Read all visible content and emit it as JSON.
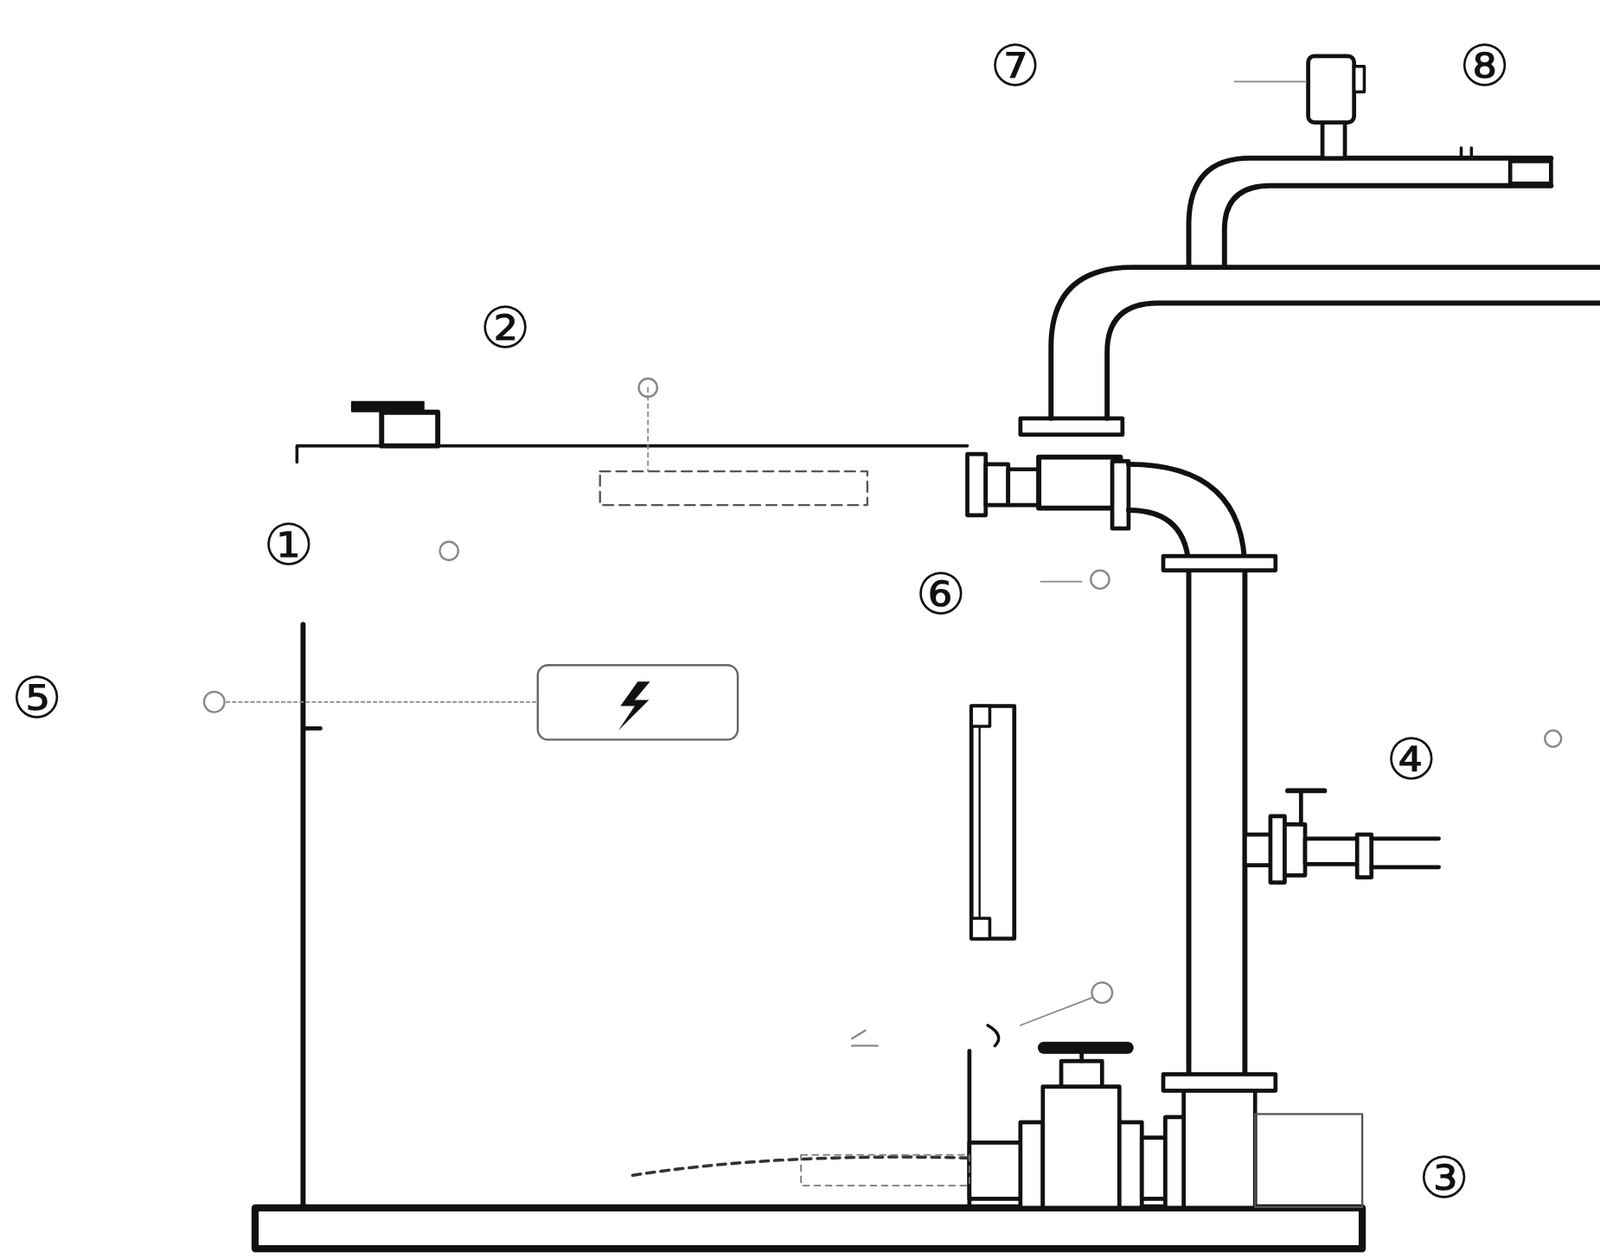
{
  "diagram": {
    "labels": [
      "①",
      "②",
      "③",
      "④",
      "⑤",
      "⑥",
      "⑦",
      "⑧"
    ]
  }
}
